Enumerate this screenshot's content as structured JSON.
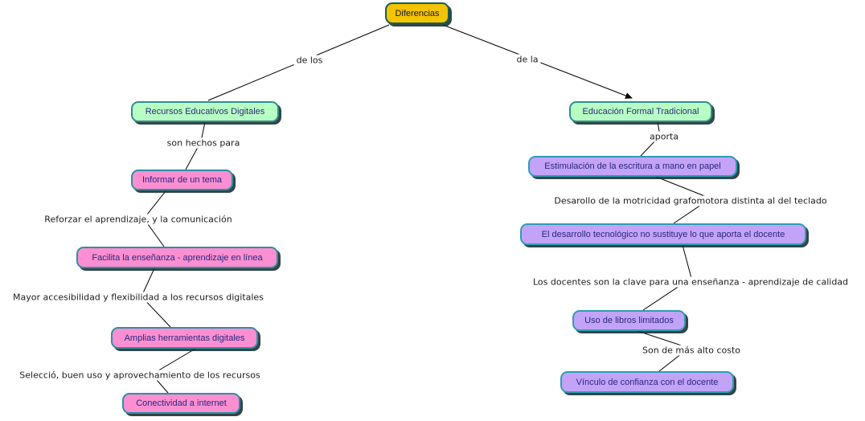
{
  "diagram": {
    "kind": "concept-map",
    "background": "#ffffff"
  },
  "nodes": {
    "diferencias": {
      "label": "Diferencias"
    },
    "recursos": {
      "label": "Recursos Educativos Digitales"
    },
    "educacion": {
      "label": "Educación Formal Tradicional"
    },
    "informar": {
      "label": "Informar de un tema"
    },
    "facilita": {
      "label": "Facilita la enseñanza - aprendizaje en línea"
    },
    "amplias": {
      "label": "Amplias herramientas digitales"
    },
    "conectividad": {
      "label": "Conectividad a internet"
    },
    "estimulacion": {
      "label": "Estimulación de la escritura a mano en papel"
    },
    "desarrollo": {
      "label": "El desarrollo tecnológico no sustituye lo que aporta el docente"
    },
    "uso_libros": {
      "label": "Uso de libros limitados"
    },
    "vinculo": {
      "label": "Vínculo de confianza con el docente"
    }
  },
  "edge_labels": {
    "de_los": "de los",
    "de_la": "de la",
    "son_hechos_para": "son hechos para",
    "reforzar": "Reforzar el  aprendizaje, y la comunicación",
    "mayor": "Mayor accesibilidad y flexibilidad a los recursos digitales",
    "seleccio": "Selecció, buen uso y aprovechamiento de los recursos",
    "aporta": "aporta",
    "desarollo": "Desarollo de la motricidad grafomotora distinta al del teclado",
    "docentes": "Los docentes son la clave para una enseñanza - aprendizaje de calidad",
    "costo": "Son de más alto costo"
  },
  "colors": {
    "root_fill": "#f4c400",
    "root_border": "#175e57",
    "green_fill": "#b8ffc4",
    "pink_fill": "#fb8fd1",
    "purple_fill": "#c3a3f8",
    "border_teal": "#2e8fa3",
    "node_text": "#28287e",
    "label_text": "#1c1c1c",
    "line_color": "#000000",
    "shadow": "#162c30"
  }
}
